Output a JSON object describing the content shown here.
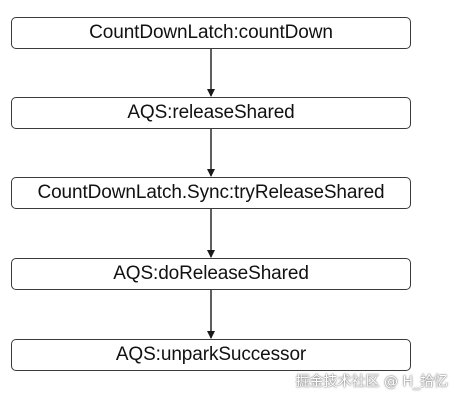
{
  "diagram": {
    "nodes": [
      {
        "id": "n1",
        "label": "CountDownLatch:countDown"
      },
      {
        "id": "n2",
        "label": "AQS:releaseShared"
      },
      {
        "id": "n3",
        "label": "CountDownLatch.Sync:tryReleaseShared"
      },
      {
        "id": "n4",
        "label": "AQS:doReleaseShared"
      },
      {
        "id": "n5",
        "label": "AQS:unparkSuccessor"
      }
    ],
    "edges": [
      {
        "from": "n1",
        "to": "n2"
      },
      {
        "from": "n2",
        "to": "n3"
      },
      {
        "from": "n3",
        "to": "n4"
      },
      {
        "from": "n4",
        "to": "n5"
      }
    ]
  },
  "watermark": {
    "text": "掘金技术社区 @ H_拾忆"
  }
}
